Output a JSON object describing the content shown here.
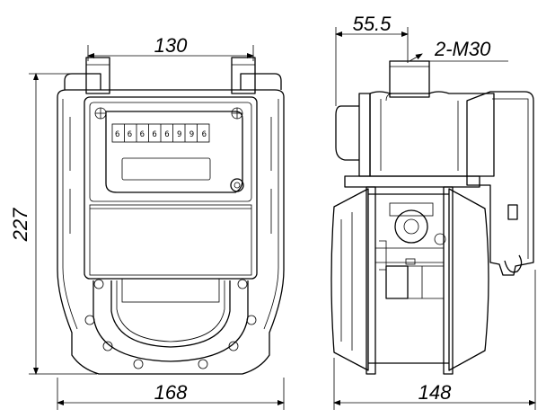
{
  "front_view": {
    "width_label": "168",
    "top_spacing_label": "130",
    "height_label": "227",
    "counter_digits": "66666996"
  },
  "side_view": {
    "depth_label": "148",
    "offset_label": "55.5",
    "thread_label": "2-M30"
  }
}
